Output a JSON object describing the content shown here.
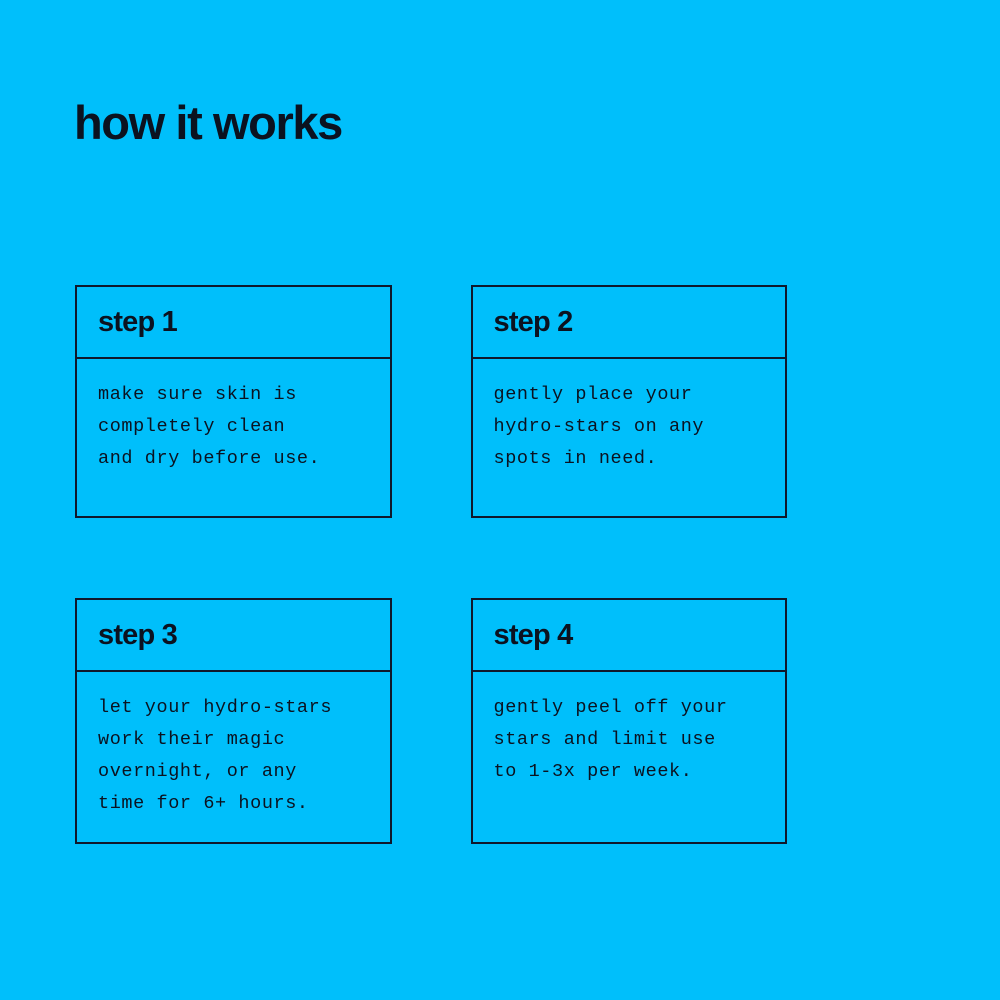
{
  "theme": {
    "background_color": "#00bffb",
    "ink_color": "#0b1220",
    "border_color": "#10182b"
  },
  "header": {
    "title": "how it works"
  },
  "steps": [
    {
      "label": "step 1",
      "body": "make sure skin is\ncompletely clean\nand dry before use."
    },
    {
      "label": "step 2",
      "body": "gently place your\nhydro-stars on any\nspots in need."
    },
    {
      "label": "step 3",
      "body": "let your hydro-stars\nwork their magic\novernight, or any\ntime for 6+ hours."
    },
    {
      "label": "step 4",
      "body": "gently peel off your\nstars and limit use\nto 1-3x per week."
    }
  ]
}
